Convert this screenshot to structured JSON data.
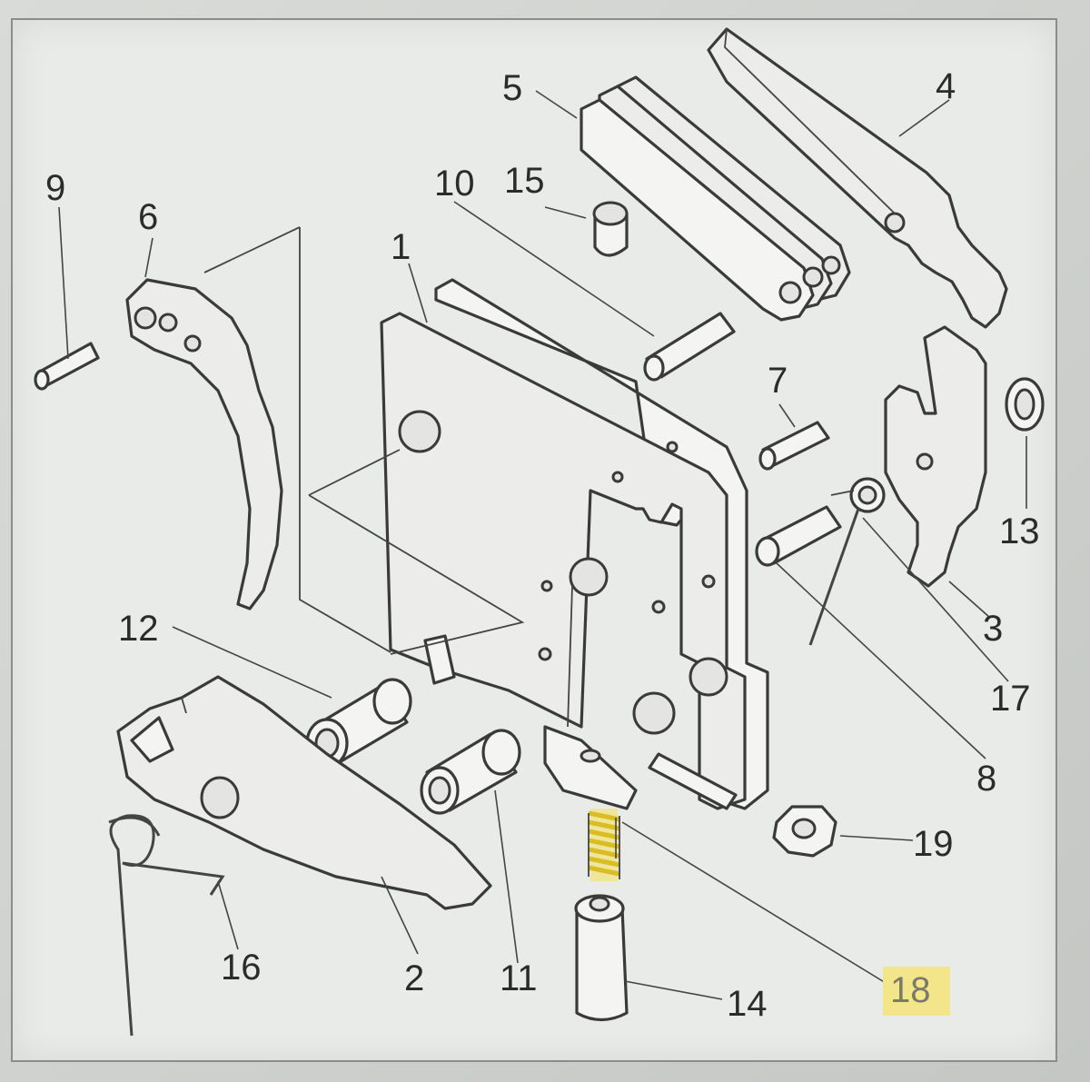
{
  "labels": {
    "l1": "1",
    "l2": "2",
    "l3": "3",
    "l4": "4",
    "l5": "5",
    "l6": "6",
    "l7": "7",
    "l8": "8",
    "l9": "9",
    "l10": "10",
    "l11": "11",
    "l12": "12",
    "l13": "13",
    "l14": "14",
    "l15": "15",
    "l16": "16",
    "l17": "17",
    "l18": "18",
    "l19": "19"
  },
  "highlight": {
    "label": "l18",
    "color": "#f3e58a"
  }
}
